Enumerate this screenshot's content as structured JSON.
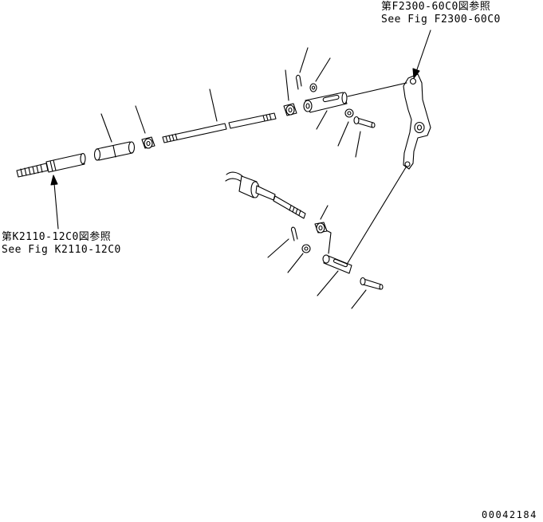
{
  "references": {
    "top": {
      "jp": "第F2300-60C0図参照",
      "en": "See Fig F2300-60C0"
    },
    "left": {
      "jp": "第K2110-12C0図参照",
      "en": "See Fig K2110-12C0"
    }
  },
  "drawing_number": "00042184",
  "colors": {
    "line": "#000000",
    "background": "#ffffff"
  }
}
